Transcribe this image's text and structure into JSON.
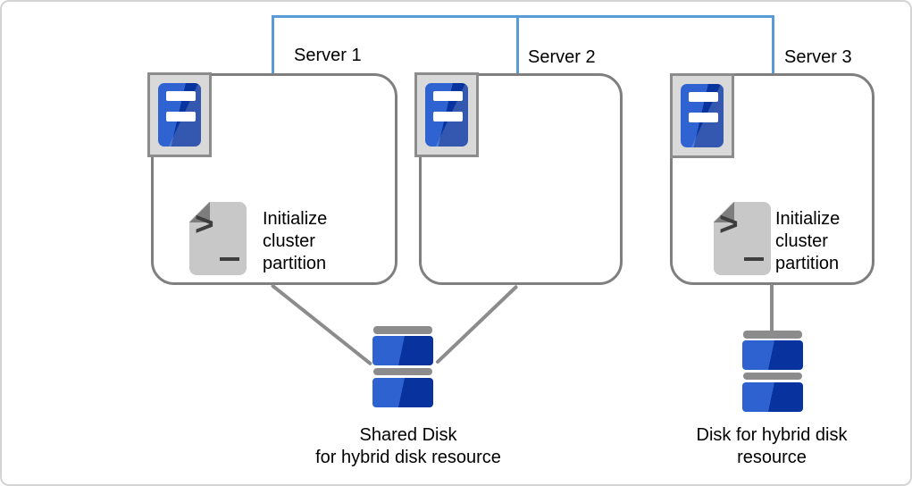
{
  "colors": {
    "interconnect_blue": "#5b9bd5",
    "connector_gray": "#8c8c8c",
    "box_border_gray": "#7f7f7f",
    "disk_blue_light": "#2d62d0",
    "disk_blue_dark": "#08339f",
    "icon_gray": "#c8c8c8"
  },
  "icons": {
    "server": "server-tower-icon",
    "script": "shell-script-icon",
    "disk": "disk-stack-icon"
  },
  "servers": [
    {
      "label": "Server 1",
      "script_lines": [
        "Initialize",
        "cluster",
        "partition"
      ]
    },
    {
      "label": "Server 2",
      "script_lines": []
    },
    {
      "label": "Server 3",
      "script_lines": [
        "Initialize",
        "cluster",
        "partition"
      ]
    }
  ],
  "disks": [
    {
      "label_lines": [
        "Shared Disk",
        "for hybrid disk resource"
      ],
      "connected_to": [
        "Server 1",
        "Server 2"
      ]
    },
    {
      "label_lines": [
        "Disk for hybrid disk",
        "resource"
      ],
      "connected_to": [
        "Server 3"
      ]
    }
  ]
}
